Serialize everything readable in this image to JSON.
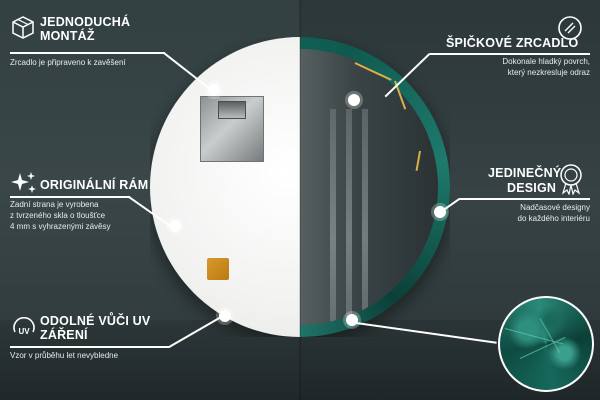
{
  "features": {
    "packaging": {
      "title_line1": "JEDNODUCHÁ",
      "title_line2": "MONTÁŽ",
      "description": "Zrcadlo je připraveno k zavěšení",
      "icon": "box-icon"
    },
    "frame": {
      "title": "ORIGINÁLNÍ RÁM",
      "description_lines": [
        "Zadní strana je vyrobena",
        "z tvrzeného skla o tloušťce",
        "4 mm s vyhrazenými závěsy"
      ],
      "icon": "sparkle-icon"
    },
    "uv": {
      "title_line1": "ODOLNÉ VŮČI UV",
      "title_line2": "ZÁŘENÍ",
      "description": "Vzor v průběhu let nevybledne",
      "icon": "uv-icon"
    },
    "mirror": {
      "title": "ŠPIČKOVÉ ZRCADLO",
      "description_lines": [
        "Dokonale hladký povrch,",
        "který nezkresluje odraz"
      ],
      "icon": "mirror-icon"
    },
    "design": {
      "title_line1": "JEDINEČNÝ",
      "title_line2": "DESIGN",
      "description_lines": [
        "Nadčasové designy",
        "do každého interiéru"
      ],
      "icon": "award-badge-icon"
    }
  },
  "colors": {
    "frame_green": "#0f5a50",
    "gold_accent": "#d4af37",
    "hanger_pad": "#d89a2c",
    "text": "#ffffff"
  }
}
